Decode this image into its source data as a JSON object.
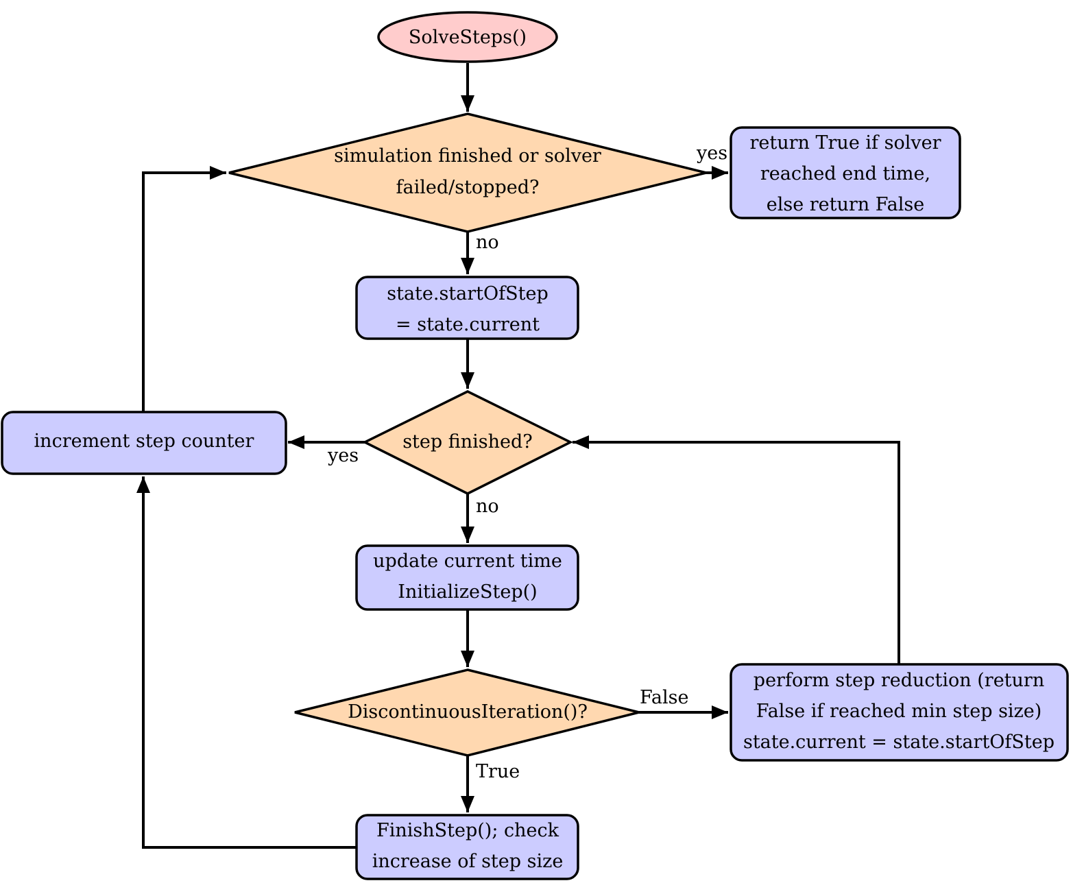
{
  "nodes": {
    "start": {
      "lines": [
        "SolveSteps()"
      ]
    },
    "check_finished": {
      "lines": [
        "simulation finished or solver",
        "failed/stopped?"
      ]
    },
    "return_result": {
      "lines": [
        "return True if solver",
        "reached end time,",
        "else return False"
      ]
    },
    "save_state": {
      "lines": [
        "state.startOfStep",
        "= state.current"
      ]
    },
    "step_finished": {
      "lines": [
        "step finished?"
      ]
    },
    "increment_counter": {
      "lines": [
        "increment step counter"
      ]
    },
    "update_time": {
      "lines": [
        "update current time",
        "InitializeStep()"
      ]
    },
    "discontinuous_iteration": {
      "lines": [
        "DiscontinuousIteration()?"
      ]
    },
    "step_reduction": {
      "lines": [
        "perform step reduction (return",
        "False if reached min step size)",
        "state.current = state.startOfStep"
      ]
    },
    "finish_step": {
      "lines": [
        "FinishStep(); check",
        "increase of step size"
      ]
    }
  },
  "edges": {
    "yes_1": "yes",
    "no_1": "no",
    "yes_2": "yes",
    "no_2": "no",
    "false_label": "False",
    "true_label": "True"
  },
  "colors": {
    "process": "#ccccff",
    "decision": "#ffd8b0",
    "start": "#ffcccc",
    "line": "#000000"
  }
}
